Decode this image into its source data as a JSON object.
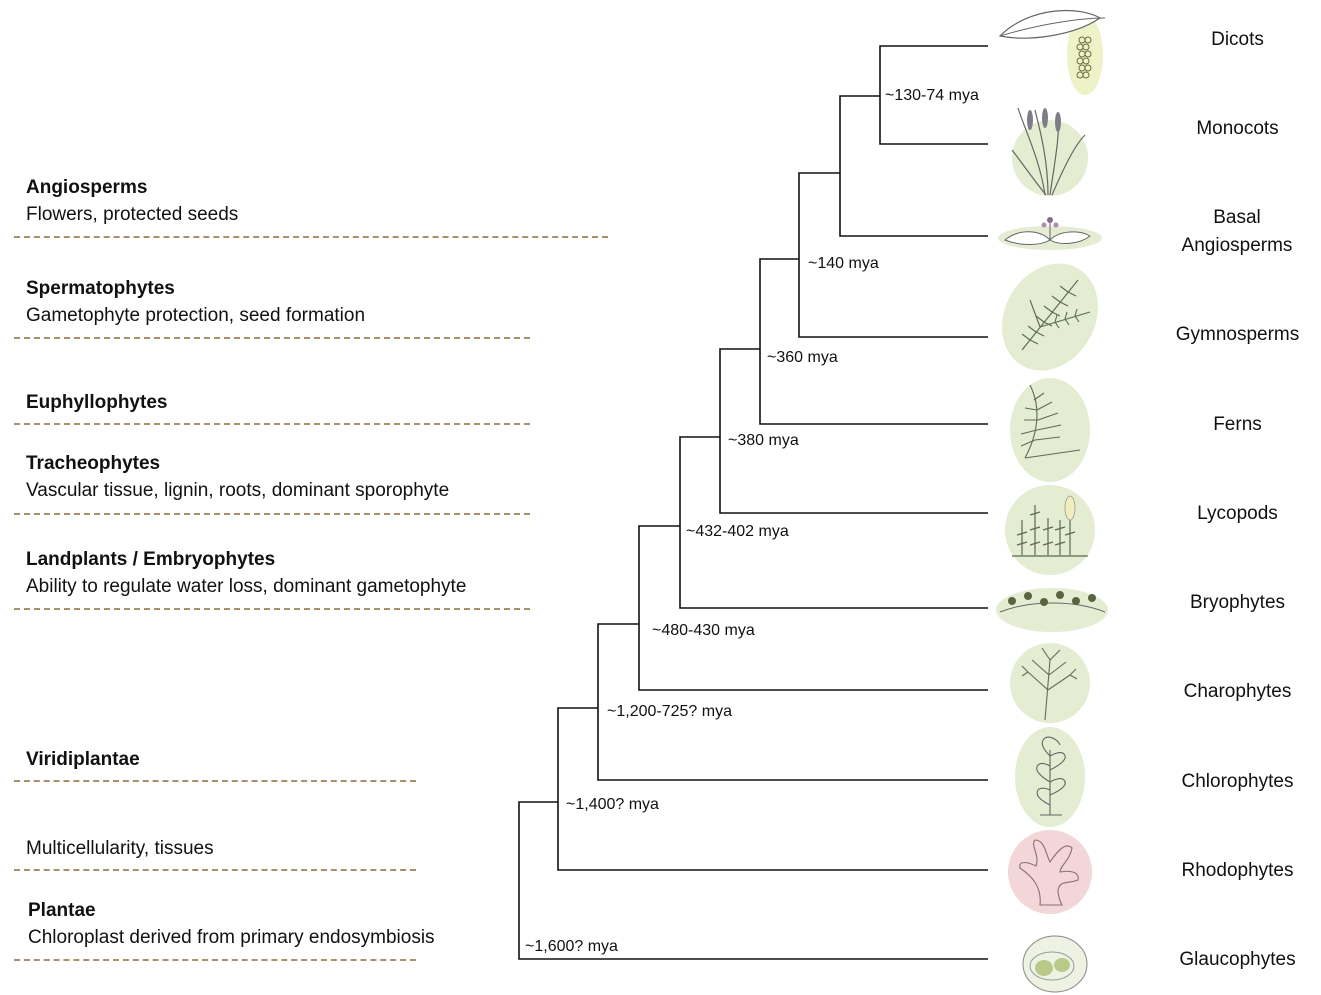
{
  "groups": [
    {
      "title": "Angiosperms",
      "desc": "Flowers, protected seeds"
    },
    {
      "title": "Spermatophytes",
      "desc": "Gametophyte protection, seed formation"
    },
    {
      "title": "Euphyllophytes",
      "desc": ""
    },
    {
      "title": "Tracheophytes",
      "desc": "Vascular tissue, lignin, roots, dominant sporophyte"
    },
    {
      "title": "Landplants / Embryophytes",
      "desc": "Ability to regulate water loss, dominant gametophyte"
    },
    {
      "title": "Viridiplantae",
      "desc": ""
    },
    {
      "title": "",
      "desc": "Multicellularity, tissues"
    },
    {
      "title": "Plantae",
      "desc": "Chloroplast derived from primary endosymbiosis"
    }
  ],
  "divergence_times": [
    "~130-74 mya",
    "~140 mya",
    "~360 mya",
    "~380 mya",
    "~432-402 mya",
    "~480-430 mya",
    "~1,200-725? mya",
    "~1,400? mya",
    "~1,600? mya"
  ],
  "taxa": [
    {
      "name": "Dicots",
      "icon": "dicot-leaf-icon"
    },
    {
      "name": "Monocots",
      "icon": "monocot-grass-icon"
    },
    {
      "name": "Basal Angiosperms",
      "icon": "basal-angiosperm-flower-icon"
    },
    {
      "name": "Gymnosperms",
      "icon": "gymnosperm-branch-icon"
    },
    {
      "name": "Ferns",
      "icon": "fern-frond-icon"
    },
    {
      "name": "Lycopods",
      "icon": "lycopod-icon"
    },
    {
      "name": "Bryophytes",
      "icon": "moss-icon"
    },
    {
      "name": "Charophytes",
      "icon": "charophyte-alga-icon"
    },
    {
      "name": "Chlorophytes",
      "icon": "chlorophyte-alga-icon"
    },
    {
      "name": "Rhodophytes",
      "icon": "red-alga-icon"
    },
    {
      "name": "Glaucophytes",
      "icon": "glaucophyte-cell-icon"
    }
  ],
  "colors": {
    "separator": "#a8916a",
    "plant_circle": "#e4ecd2",
    "red_alga_circle": "#f2d6d8",
    "line": "#111111"
  }
}
